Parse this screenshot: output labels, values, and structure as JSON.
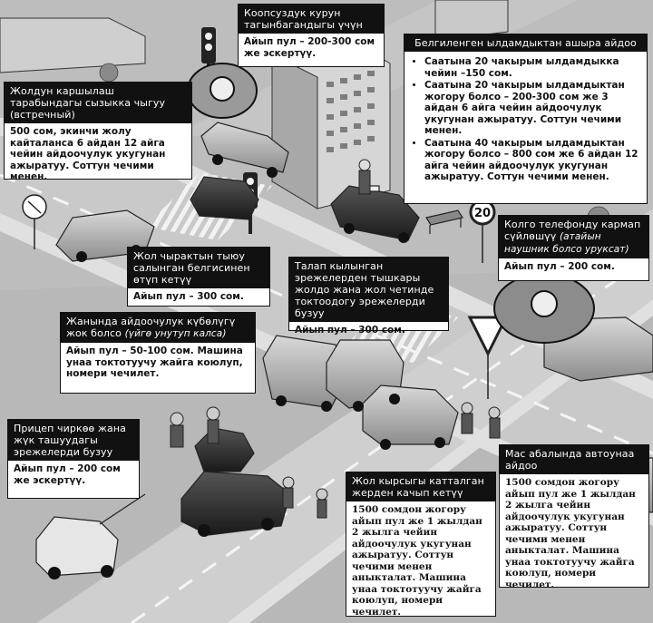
{
  "callouts": {
    "safety_belt": {
      "title": "Коопсуздук курун тагынбагандыгы үчүн",
      "text": "Айып пул – 200-300 сом же эскертүү."
    },
    "speeding": {
      "title": "Белгиленген ылдамдыктан ашыра айдоо",
      "items": [
        "Саатына 20 чакырым ылдамдыкка чейин –150 сом.",
        "Саатына 20 чакырым ылдамдыктан жогору болсо – 200-300 сом же 3 айдан 6 айга чейин айдоочулук укугунан ажыратуу. Соттун чечими менен.",
        "Саатына 40 чакырым ылдамдыктан жогору болсо – 800 сом же 6 айдан 12 айга чейин айдоочулук укугунан ажыратуу. Соттун чечими менен."
      ]
    },
    "oncoming": {
      "title_main": "Жолдун каршылаш тарабындагы сызыкка чыгуу ",
      "title_sub": "(встречный)",
      "text": "500 сом, экинчи жолу кайталанса 6 айдан 12 айга чейин айдоочулук укугунан ажыратуу. Соттун чечими менен."
    },
    "phone": {
      "title_main": "Колго телефонду кармап сүйлөшүү ",
      "title_sub": "(атайын наушник болсо уруксат)",
      "text": "Айып пул – 200 сом."
    },
    "traffic_light": {
      "title": "Жол чырактын тыюу салынган белгисинен өтүп кетүү",
      "text": "Айып пул – 300 сом."
    },
    "stopping": {
      "title": "Талап кылынган эрежелерден тышкары жолдо жана жол четинде токтоодогу эрежелерди бузуу",
      "text": "Айып пул – 300 сом."
    },
    "no_license": {
      "title_main": "Жанында айдоочулук күбөлүгү жок болсо ",
      "title_sub": "(үйгө унутуп калса)",
      "text": "Айып пул – 50-100 сом. Машина унаа токтотуучу жайга коюлуп, номери чечилет."
    },
    "trailer": {
      "title": "Прицеп чиркөө жана жүк ташуудагы эрежелерди бузуу",
      "text": "Айып пул – 200 сом же эскертүү."
    },
    "hit_run": {
      "title": "Жол кырсыгы катталган жерден качып кетүү",
      "text": "1500 сомдон жогору айып пул же 1 жылдан 2 жылга чейин айдоочулук укугунан ажыратуу. Соттун чечими менен аныкталат. Машина унаа токтотуучу жайга коюлуп, номери чечилет."
    },
    "drunk": {
      "title": "Мас абалында автоунаа айдоо",
      "text": "1500 сомдон жогору айып пул же 1 жылдан 2 жылга чейин айдоочулук укугунан ажыратуу. Соттун чечими менен аныкталат. Машина унаа токтотуучу жайга коюлуп, номери чечилет."
    }
  },
  "scene": {
    "speed_sign": "20"
  },
  "colors": {
    "ink": "#111111",
    "asphalt": "#c9c9c9",
    "lawn": "#b3b3b3",
    "paper": "#ffffff"
  }
}
